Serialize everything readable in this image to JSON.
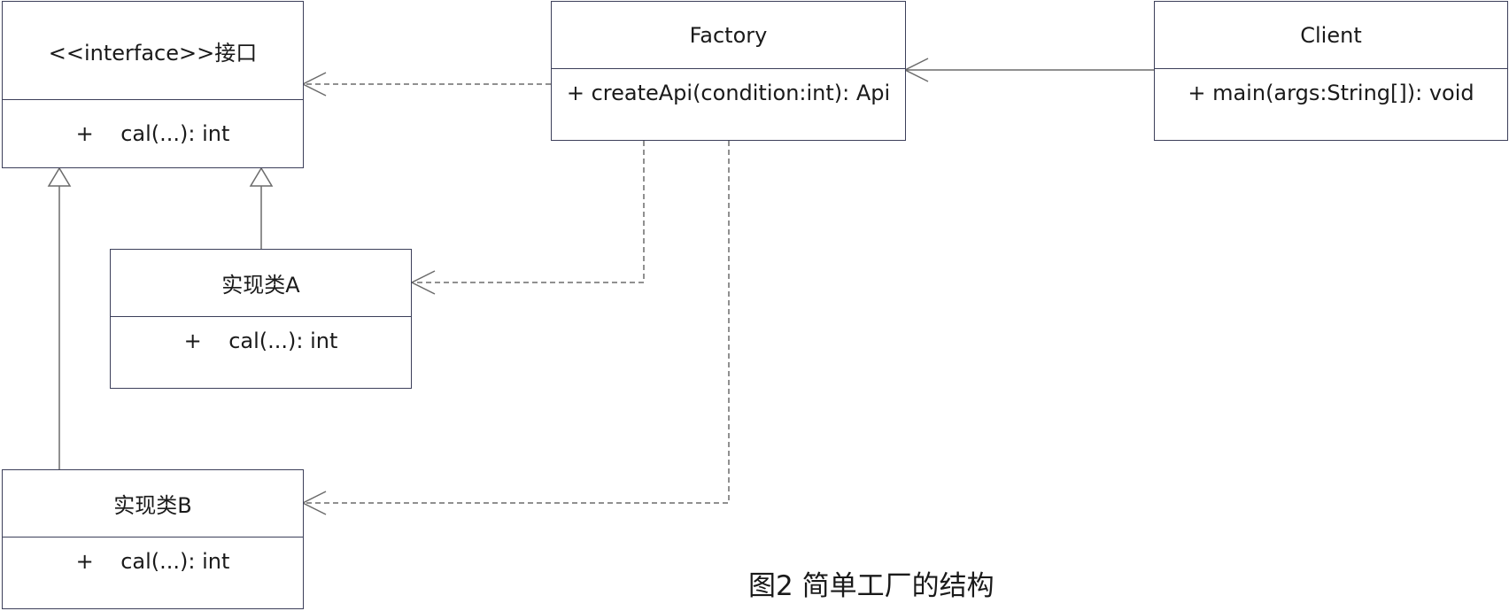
{
  "diagram": {
    "classes": {
      "interface": {
        "name": "<<interface>>接口",
        "member": "+    cal(...): int"
      },
      "factory": {
        "name": "Factory",
        "member": "+ createApi(condition:int): Api"
      },
      "client": {
        "name": "Client",
        "member": "+ main(args:String[]): void"
      },
      "implA": {
        "name": "实现类A",
        "member": "+    cal(...): int"
      },
      "implB": {
        "name": "实现类B",
        "member": "+    cal(...): int"
      }
    },
    "relations": [
      {
        "from": "factory",
        "to": "interface",
        "type": "dependency",
        "line": "dashed"
      },
      {
        "from": "client",
        "to": "factory",
        "type": "association",
        "line": "solid"
      },
      {
        "from": "factory",
        "to": "implA",
        "type": "dependency",
        "line": "dashed"
      },
      {
        "from": "factory",
        "to": "implB",
        "type": "dependency",
        "line": "dashed"
      },
      {
        "from": "implA",
        "to": "interface",
        "type": "realization",
        "line": "solid"
      },
      {
        "from": "implB",
        "to": "interface",
        "type": "realization",
        "line": "solid"
      }
    ],
    "caption": "图2 简单工厂的结构",
    "colors": {
      "box_border": "#3c3f5a",
      "line": "#6b6b6b",
      "text": "#1a1a1a"
    }
  }
}
